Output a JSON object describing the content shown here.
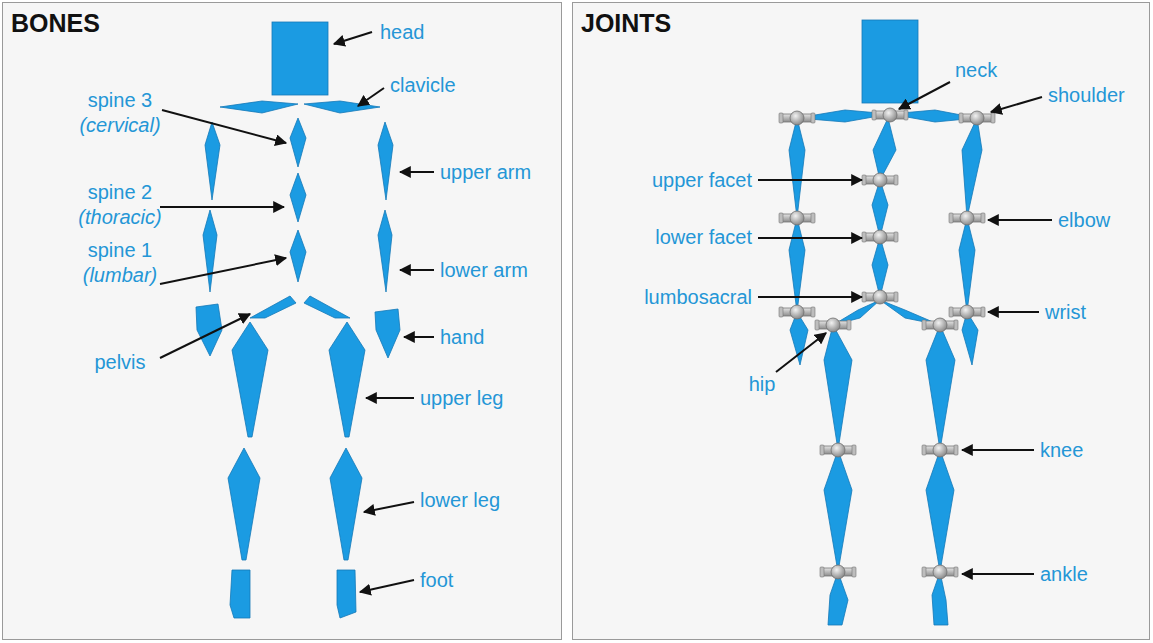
{
  "diagram": {
    "nodes": [
      {
        "text": [
          "BONES"
        ]
      },
      {
        "text": [
          "JOINTS"
        ]
      }
    ],
    "labels": [
      "head",
      "clavicle",
      "spine 3",
      "(cervical)",
      "upper arm",
      "spine 2",
      "(thoracic)",
      "lower arm",
      "spine 1",
      "(lumbar)",
      "hand",
      "pelvis",
      "upper leg",
      "lower leg",
      "foot",
      "neck",
      "shoulder",
      "upper facet",
      "elbow",
      "lower facet",
      "lumbosacral",
      "wrist",
      "hip",
      "knee",
      "ankle"
    ]
  }
}
